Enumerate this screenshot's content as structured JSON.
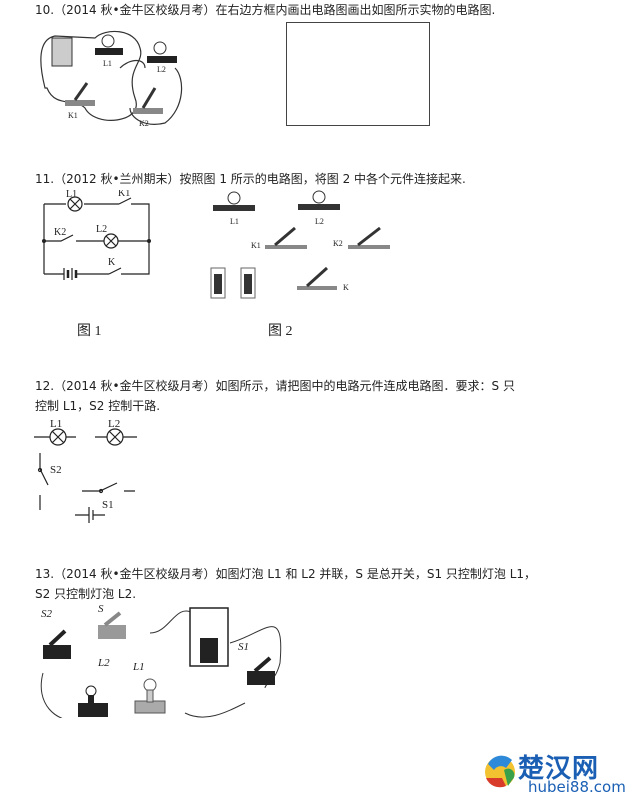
{
  "q10": {
    "text": "10.（2014 秋•金牛区校级月考）在右边方框内画出电路图画出如图所示实物的电路图.",
    "labels": {
      "L1": "L1",
      "L2": "L2",
      "K1": "K1",
      "K2": "K2"
    }
  },
  "q11": {
    "text": "11.（2012 秋•兰州期末）按照图 1 所示的电路图，将图 2 中各个元件连接起来.",
    "fig1_labels": {
      "L1": "L1",
      "K1": "K1",
      "K2": "K2",
      "L2": "L2",
      "K": "K"
    },
    "fig2_labels": {
      "L1": "L1",
      "L2": "L2",
      "K1": "K1",
      "K2": "K2",
      "K": "K"
    },
    "caption1": "图 1",
    "caption2": "图 2"
  },
  "q12": {
    "line1": "12.（2014 秋•金牛区校级月考）如图所示，请把图中的电路元件连成电路图．要求：S 只",
    "line2": "控制 L1，S2 控制干路.",
    "labels": {
      "L1": "L1",
      "L2": "L2",
      "S2": "S2",
      "S1": "S1"
    }
  },
  "q13": {
    "line1": "13.（2014 秋•金牛区校级月考）如图灯泡 L1 和 L2 并联，S 是总开关，S1 只控制灯泡 L1，",
    "line2": "S2 只控制灯泡 L2.",
    "labels": {
      "S2": "S2",
      "S": "S",
      "L2": "L2",
      "L1": "L1",
      "S1": "S1"
    }
  },
  "watermark": {
    "name_cn": "楚汉网",
    "domain": "hubei88.com",
    "colors": {
      "primary": "#1a5fb4"
    }
  }
}
